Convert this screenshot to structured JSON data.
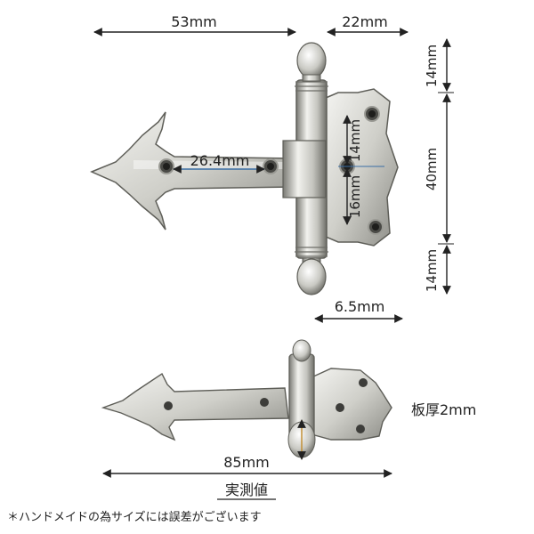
{
  "dimensions": {
    "top_width": "53mm",
    "wing_width": "22mm",
    "top_knuckle": "14mm",
    "leaf_height": "40mm",
    "bottom_knuckle": "14mm",
    "hole_spacing": "26.4mm",
    "hole_offset_top": "14mm",
    "hole_offset_bottom": "16mm",
    "knuckle_diameter": "6.5mm",
    "total_length": "85mm",
    "plate_thickness": "板厚2mm"
  },
  "caption": "実測値",
  "footnote": "＊ハンドメイドの為サイズには誤差がございます",
  "colors": {
    "line": "#222222",
    "metal_light": "#e9e9e5",
    "metal_mid": "#bdbdb6",
    "metal_dark": "#6d6d68"
  }
}
